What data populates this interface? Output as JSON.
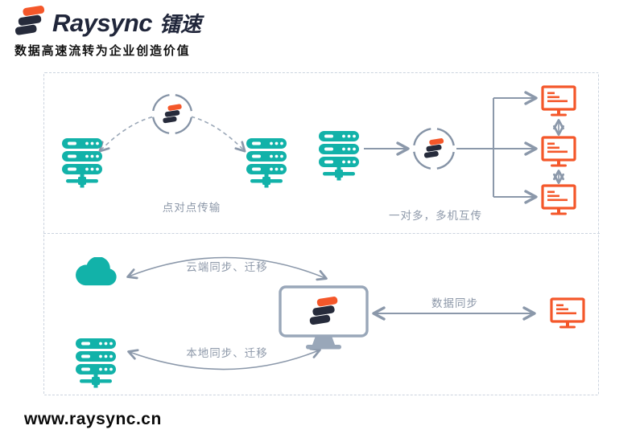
{
  "header": {
    "brand": "Raysync",
    "brand_cn": "镭速",
    "tagline": "数据高速流转为企业创造价值"
  },
  "panels": {
    "top": {
      "p2p_label": "点对点传输",
      "one_to_many_label": "一对多，多机互传"
    },
    "bottom": {
      "cloud_sync_label": "云端同步、迁移",
      "local_sync_label": "本地同步、迁移",
      "data_sync_label": "数据同步"
    }
  },
  "footer": {
    "url": "www.raysync.cn"
  },
  "icons": {
    "logo_mark": "raysync-s-mark",
    "server": "teal-server-rack",
    "cloud": "teal-cloud",
    "node_badge": "raysync-circle-node",
    "monitor": "orange-monitor",
    "workstation": "gray-monitor-with-raysync-mark"
  },
  "colors": {
    "teal": "#12B2A9",
    "orange": "#F4572A",
    "navy": "#262B3B",
    "arrow_gray": "#8B98AA",
    "label_gray": "#8D98A9",
    "dash_border": "#CBD3DE",
    "monitor_gray": "#99A7B9"
  }
}
